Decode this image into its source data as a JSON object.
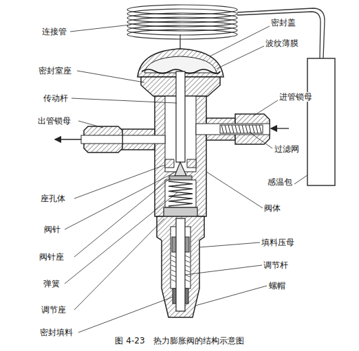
{
  "diagram": {
    "caption": "图 4-23　热力膨胀阀的结构示意图",
    "labels": [
      "连接管",
      "密封盖",
      "波纹薄膜",
      "密封室座",
      "传动杆",
      "进管锁母",
      "出管锁母",
      "过滤网",
      "感温包",
      "座孔体",
      "阀体",
      "阀针",
      "填料压母",
      "阀针座",
      "调节杆",
      "弹簧",
      "螺帽",
      "调节座",
      "密封填料"
    ]
  }
}
